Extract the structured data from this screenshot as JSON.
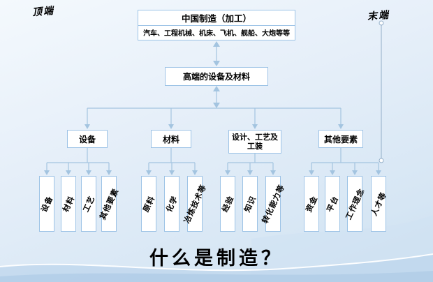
{
  "diagram_type": "hierarchy",
  "colors": {
    "box_border": "#9dc3e6",
    "connector": "#a3c4e0",
    "background_top": "#f4f9fd",
    "background_bottom": "#cbdff0",
    "text": "#000000"
  },
  "labels": {
    "top_end": "顶端",
    "terminal_end": "末端",
    "title": "什么是制造？"
  },
  "root": {
    "line1": "中国制造（加工）",
    "line2": "汽车、工程机械、机床、飞机、舰船、大炮等等"
  },
  "level1": {
    "label": "高端的设备及材料"
  },
  "branches": [
    {
      "label": "设备",
      "children": [
        "设备",
        "材料",
        "工艺",
        "其他要素"
      ]
    },
    {
      "label": "材料",
      "children": [
        "原料",
        "化学",
        "冶炼技术等"
      ]
    },
    {
      "label": "设计、工艺及工装",
      "children": [
        "经验",
        "知识",
        "转化能力等"
      ]
    },
    {
      "label": "其他要素",
      "children": [
        "资金",
        "平台",
        "工作理念",
        "人才等"
      ]
    }
  ]
}
